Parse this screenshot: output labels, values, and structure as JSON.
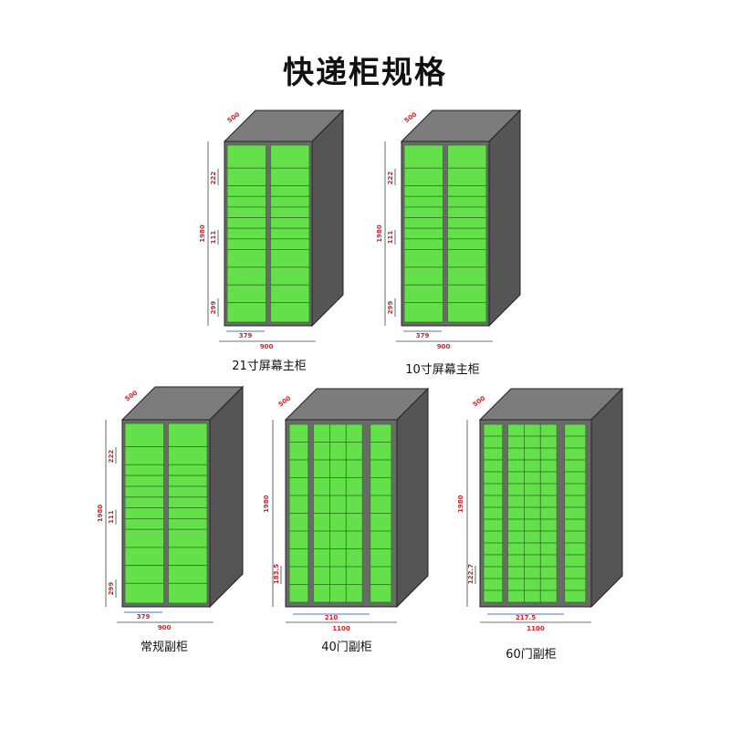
{
  "title": "快递柜规格",
  "colors": {
    "door": "#63e04a",
    "door_border": "#2f7a20",
    "body_front": "#6a6a6a",
    "body_side": "#555555",
    "body_top": "#7c7c7c",
    "outline": "#222222",
    "screen": "#3a3a3a",
    "dim_red": "#d81f26",
    "dim_blue": "#1d49a8",
    "dim_line": "#444444"
  },
  "cabinets": [
    {
      "id": "cab-21",
      "caption": "21寸屏幕主柜",
      "kind": "main",
      "screen": "large",
      "dims": {
        "depth": "500",
        "height": "1980",
        "top_door": "222",
        "mid_door": "111",
        "bottom_door": "299",
        "col_width": "379",
        "total_width": "900"
      }
    },
    {
      "id": "cab-10",
      "caption": "10寸屏幕主柜",
      "kind": "main",
      "screen": "small",
      "dims": {
        "depth": "500",
        "height": "1980",
        "top_door": "222",
        "mid_door": "111",
        "bottom_door": "299",
        "col_width": "379",
        "total_width": "900"
      }
    },
    {
      "id": "cab-regular",
      "caption": "常规副柜",
      "kind": "regular",
      "screen": "none",
      "dims": {
        "depth": "500",
        "height": "1980",
        "top_door": "222",
        "mid_door": "111",
        "bottom_door": "299",
        "col_width": "379",
        "total_width": "900"
      }
    },
    {
      "id": "cab-40",
      "caption": "40门副柜",
      "kind": "grid",
      "screen": "none",
      "grid_rows": 10,
      "dims": {
        "depth": "500",
        "height": "1980",
        "door_height": "183.5",
        "col_width": "210",
        "total_width": "1100"
      }
    },
    {
      "id": "cab-60",
      "caption": "60门副柜",
      "kind": "grid",
      "screen": "none",
      "grid_rows": 15,
      "dims": {
        "depth": "500",
        "height": "1980",
        "door_height": "122.7",
        "col_width": "217.5",
        "total_width": "1100"
      }
    }
  ]
}
